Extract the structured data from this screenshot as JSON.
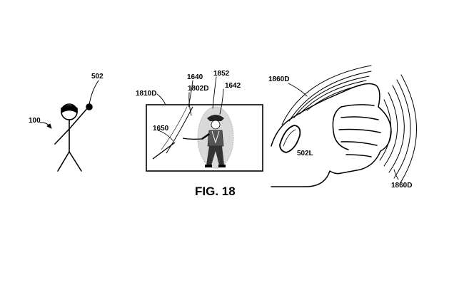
{
  "figure": {
    "caption": "FIG. 18",
    "labels": {
      "user": "100",
      "controller": "502",
      "screen": "1810D",
      "element_1640": "1640",
      "element_1802d": "1802D",
      "element_1852": "1852",
      "element_1642": "1642",
      "element_1650": "1650",
      "feedback_top": "1860D",
      "feedback_right": "1860D",
      "glove": "502L"
    }
  }
}
